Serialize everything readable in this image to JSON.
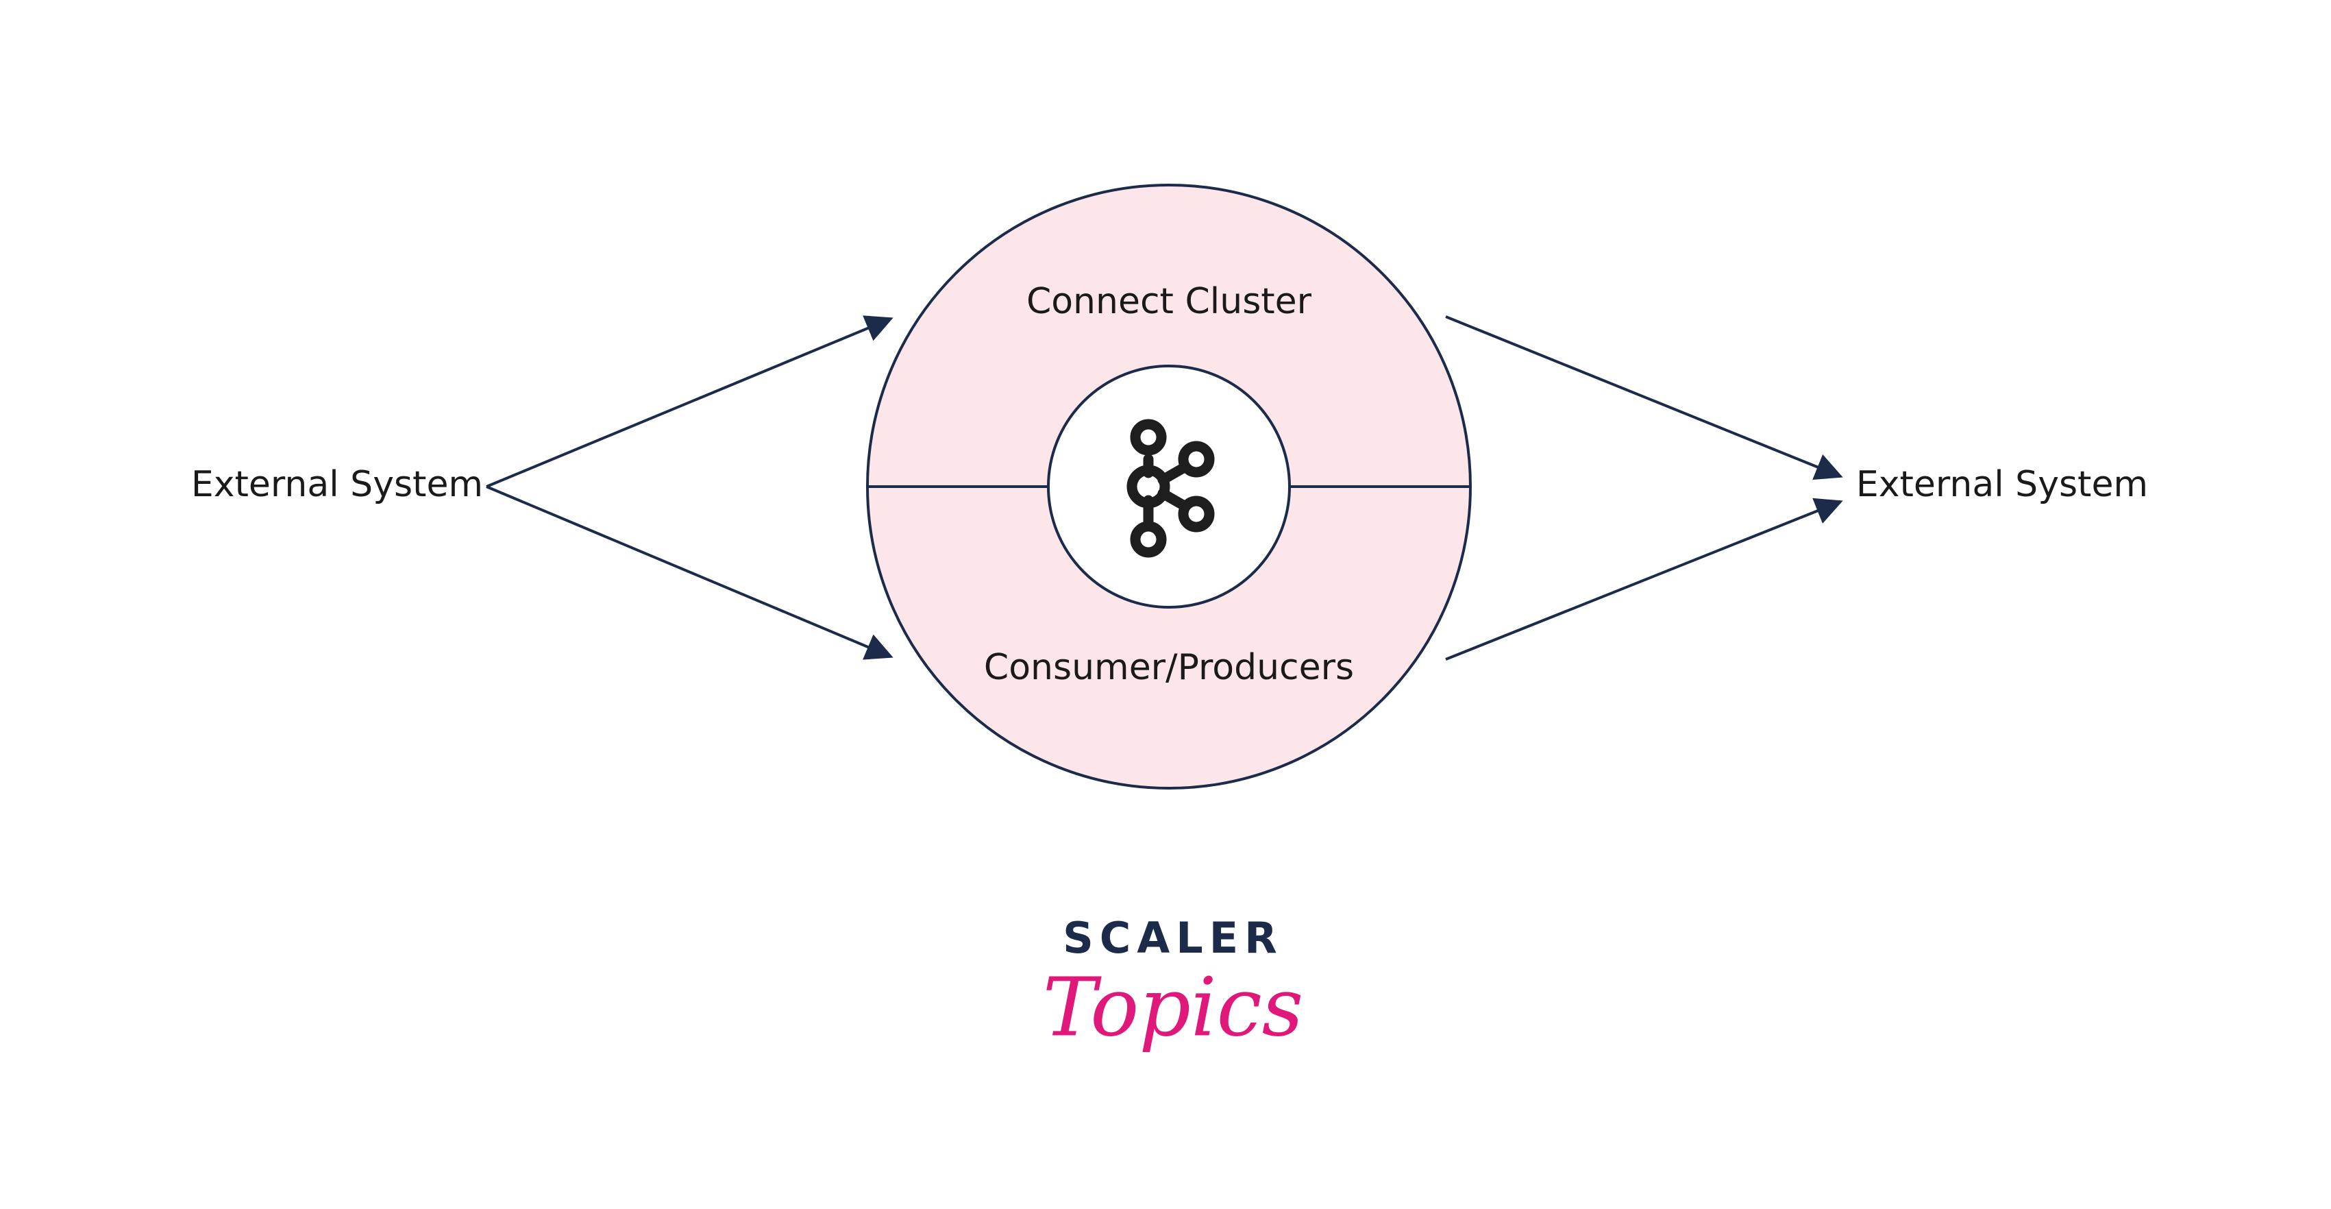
{
  "diagram": {
    "left_system": {
      "label": "External System"
    },
    "right_system": {
      "label": "External System"
    },
    "hub": {
      "top_label": "Connect Cluster",
      "bottom_label": "Consumer/Producers",
      "icon": "kafka-icon"
    }
  },
  "brand": {
    "top": "SCALER",
    "bottom": "Topics"
  },
  "colors": {
    "line": "#1c2b4a",
    "hub_fill": "#fde6e9",
    "icon": "#1e1e1e",
    "brand_dark": "#1c2b4a",
    "brand_accent": "#e0187a"
  }
}
